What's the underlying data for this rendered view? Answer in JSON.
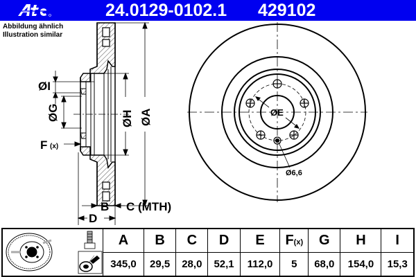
{
  "header": {
    "brand": "Ate",
    "part_number": "24.0129-0102.1",
    "ean": "429102",
    "background_color": "#0000f0",
    "text_color": "#ffffff"
  },
  "note": {
    "line1": "Abbildung ähnlich",
    "line2": "Illustration similar"
  },
  "drawing": {
    "side_view_labels": {
      "I": "ØI",
      "G": "ØG",
      "H": "ØH",
      "A": "ØA",
      "F": "F",
      "F_sub": "(x)",
      "B": "B",
      "C": "C (MTH)",
      "D": "D"
    },
    "front_view_labels": {
      "E": "ØE",
      "hole": "Ø6,6"
    }
  },
  "table": {
    "icons": [
      "brake-disc-icon",
      "bolt-icon",
      "spray-cleaning-icon"
    ],
    "columns": [
      {
        "key": "A",
        "label": "A",
        "value": "345,0"
      },
      {
        "key": "B",
        "label": "B",
        "value": "29,5"
      },
      {
        "key": "C",
        "label": "C",
        "value": "28,0"
      },
      {
        "key": "D",
        "label": "D",
        "value": "52,1"
      },
      {
        "key": "E",
        "label": "E",
        "value": "112,0"
      },
      {
        "key": "F",
        "label": "F",
        "label_sub": "(x)",
        "value": "5"
      },
      {
        "key": "G",
        "label": "G",
        "value": "68,0"
      },
      {
        "key": "H",
        "label": "H",
        "value": "154,0"
      },
      {
        "key": "I",
        "label": "I",
        "value": "15,3"
      }
    ]
  }
}
